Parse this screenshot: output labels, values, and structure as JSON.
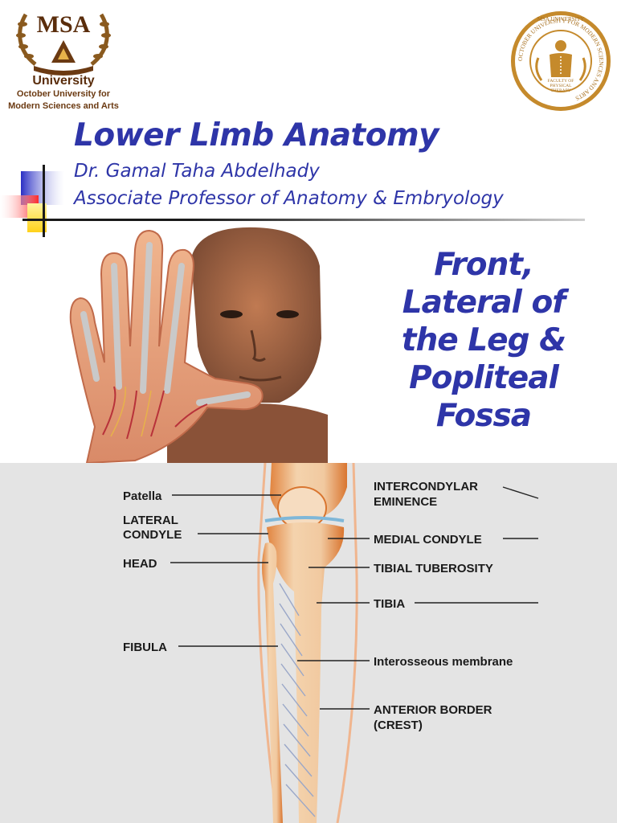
{
  "header": {
    "msa_logo": {
      "wordmark": "MSA",
      "university": "University",
      "subtitle_line1": "October University for",
      "subtitle_line2": "Modern Sciences and Arts"
    },
    "faculty_seal": {
      "top_text": "MSA UNIVERSITY",
      "ring_text": "OCTOBER UNIVERSITY FOR MODERN SCIENCES AND ARTS",
      "center_text": "FACULTY OF PHYSICAL THERAPY"
    }
  },
  "title": "Lower Limb Anatomy",
  "author": "Dr. Gamal Taha Abdelhady",
  "position": "Associate Professor of Anatomy & Embryology",
  "subtitle_lines": [
    "Front,",
    "Lateral of",
    "the Leg &",
    "Popliteal",
    "Fossa"
  ],
  "diagram": {
    "labels_left": {
      "patella": "Patella",
      "lateral_condyle_1": "LATERAL",
      "lateral_condyle_2": "CONDYLE",
      "head": "HEAD",
      "fibula": "FIBULA"
    },
    "labels_right": {
      "intercondylar_1": "INTERCONDYLAR",
      "intercondylar_2": "EMINENCE",
      "medial_condyle": "MEDIAL CONDYLE",
      "tibial_tuberosity": "TIBIAL TUBEROSITY",
      "tibia": "TIBIA",
      "interosseous": "Interosseous membrane",
      "anterior_border_1": "ANTERIOR BORDER",
      "anterior_border_2": "(CREST)"
    }
  },
  "colors": {
    "title_blue": "#2e35a8",
    "logo_brown": "#6b3a12",
    "seal_gold": "#c58a2c",
    "diagram_bg": "#e4e4e4",
    "bone": "#f1c9a0",
    "bone_edge": "#d9752f"
  }
}
